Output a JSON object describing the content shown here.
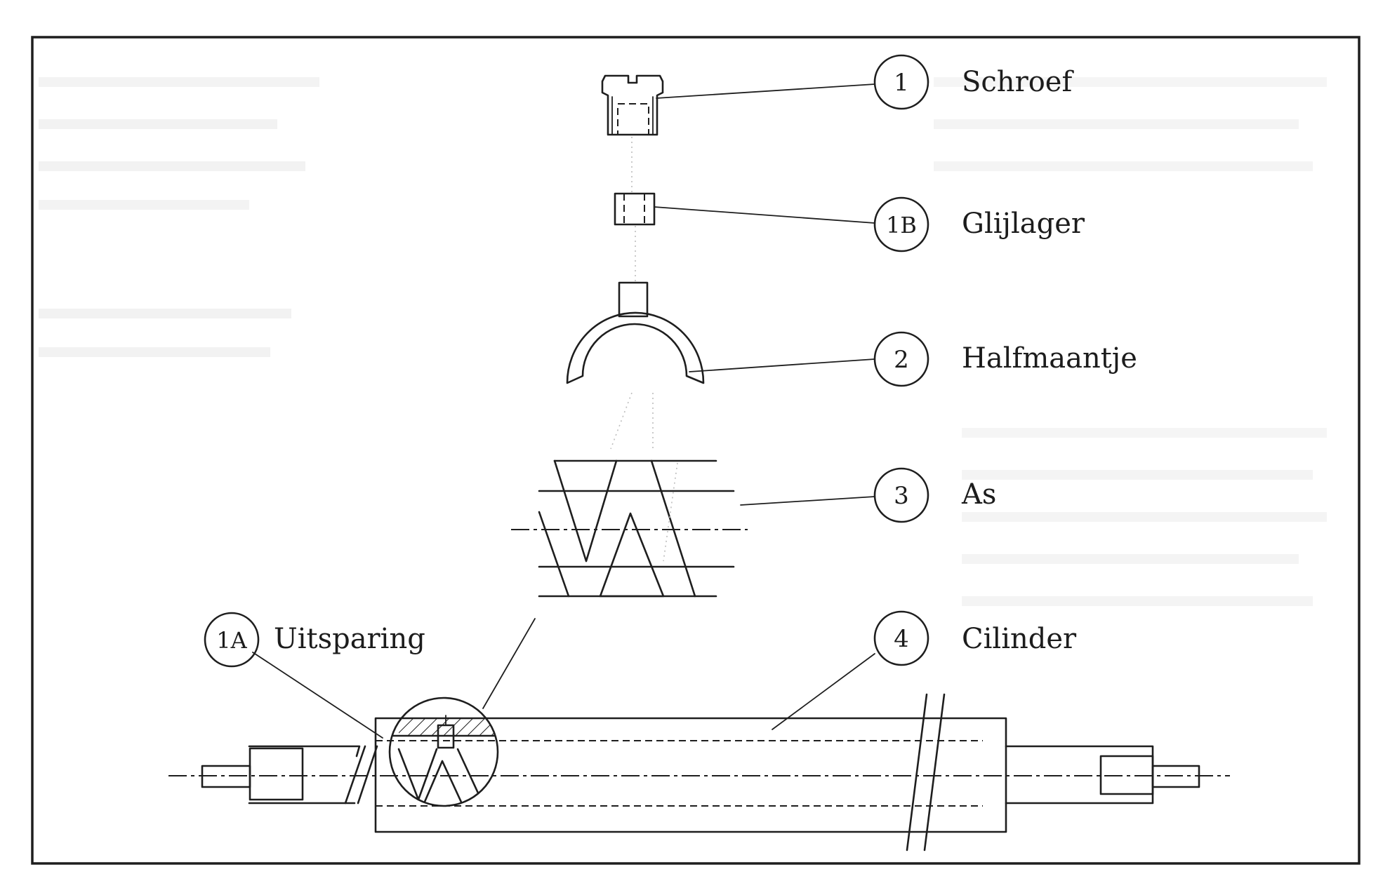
{
  "parts": [
    {
      "id": "1",
      "label": "Schroef"
    },
    {
      "id": "1B",
      "label": "Glijlager"
    },
    {
      "id": "2",
      "label": "Halfmaantje"
    },
    {
      "id": "3",
      "label": "As"
    },
    {
      "id": "1A",
      "label": "Uitsparing"
    },
    {
      "id": "4",
      "label": "Cilinder"
    }
  ],
  "colors": {
    "line": "#1e1e1e",
    "text": "#1c1c1c",
    "ghost_text": "#d0d0d0",
    "page": "#ffffff"
  },
  "icons": {
    "part_marker": "circle-marker-icon"
  }
}
